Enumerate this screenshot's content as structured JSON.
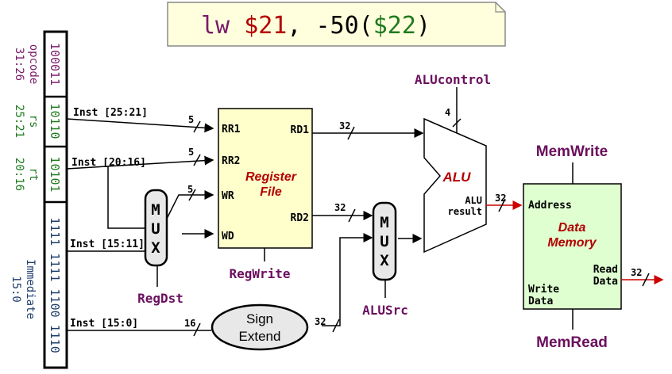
{
  "instruction": {
    "op": "lw",
    "rt": "$21",
    "comma": ",",
    "offset": "-50(",
    "rs": "$22",
    "close": ")"
  },
  "fields": [
    {
      "bits": "100011",
      "name": "opcode",
      "range": "31:26",
      "color": "#7a1a6a"
    },
    {
      "bits": "10110",
      "name": "rs",
      "range": "25:21",
      "color": "#1f7a1f"
    },
    {
      "bits": "10101",
      "name": "rt",
      "range": "20:16",
      "color": "#1f7a1f"
    },
    {
      "bits": "1111 1111 1100 1110",
      "name": "Immediate",
      "range": "15:0",
      "color": "#1e3d6b"
    }
  ],
  "inst_labels": {
    "a": "Inst [25:21]",
    "b": "Inst [20:16]",
    "c": "Inst [15:11]",
    "d": "Inst [15:0]"
  },
  "bus_widths": {
    "rr1": "5",
    "rr2": "5",
    "wr": "5",
    "rd1": "32",
    "rd2": "32",
    "alu_control": "4",
    "alu_out": "32",
    "read_data": "32",
    "sign_in": "16",
    "sign_out": "32"
  },
  "register_file": {
    "title_1": "Register",
    "title_2": "File",
    "port_rr1": "RR1",
    "port_rr2": "RR2",
    "port_wr": "WR",
    "port_wd": "WD",
    "port_rd1": "RD1",
    "port_rd2": "RD2"
  },
  "mux_text": {
    "m": "M",
    "u": "U",
    "x": "X"
  },
  "alu": {
    "label": "ALU",
    "result_1": "ALU",
    "result_2": "result"
  },
  "sign_extend": {
    "line_1": "Sign",
    "line_2": "Extend"
  },
  "data_memory": {
    "title_1": "Data",
    "title_2": "Memory",
    "address": "Address",
    "read_1": "Read",
    "read_2": "Data",
    "write_1": "Write",
    "write_2": "Data"
  },
  "control_signals": {
    "alu_control": "ALUcontrol",
    "mem_write": "MemWrite",
    "reg_write": "RegWrite",
    "reg_dst": "RegDst",
    "alu_src": "ALUSrc",
    "mem_read": "MemRead"
  },
  "colors": {
    "control": "#6b0f5e",
    "datapath_red": "#cc0000",
    "regfile_fill": "#ffffcc",
    "memory_fill": "#dfffd0",
    "banner_fill": "#ffffdd",
    "mux_fill": "#e8e8e8",
    "title_red": "#b30000"
  }
}
